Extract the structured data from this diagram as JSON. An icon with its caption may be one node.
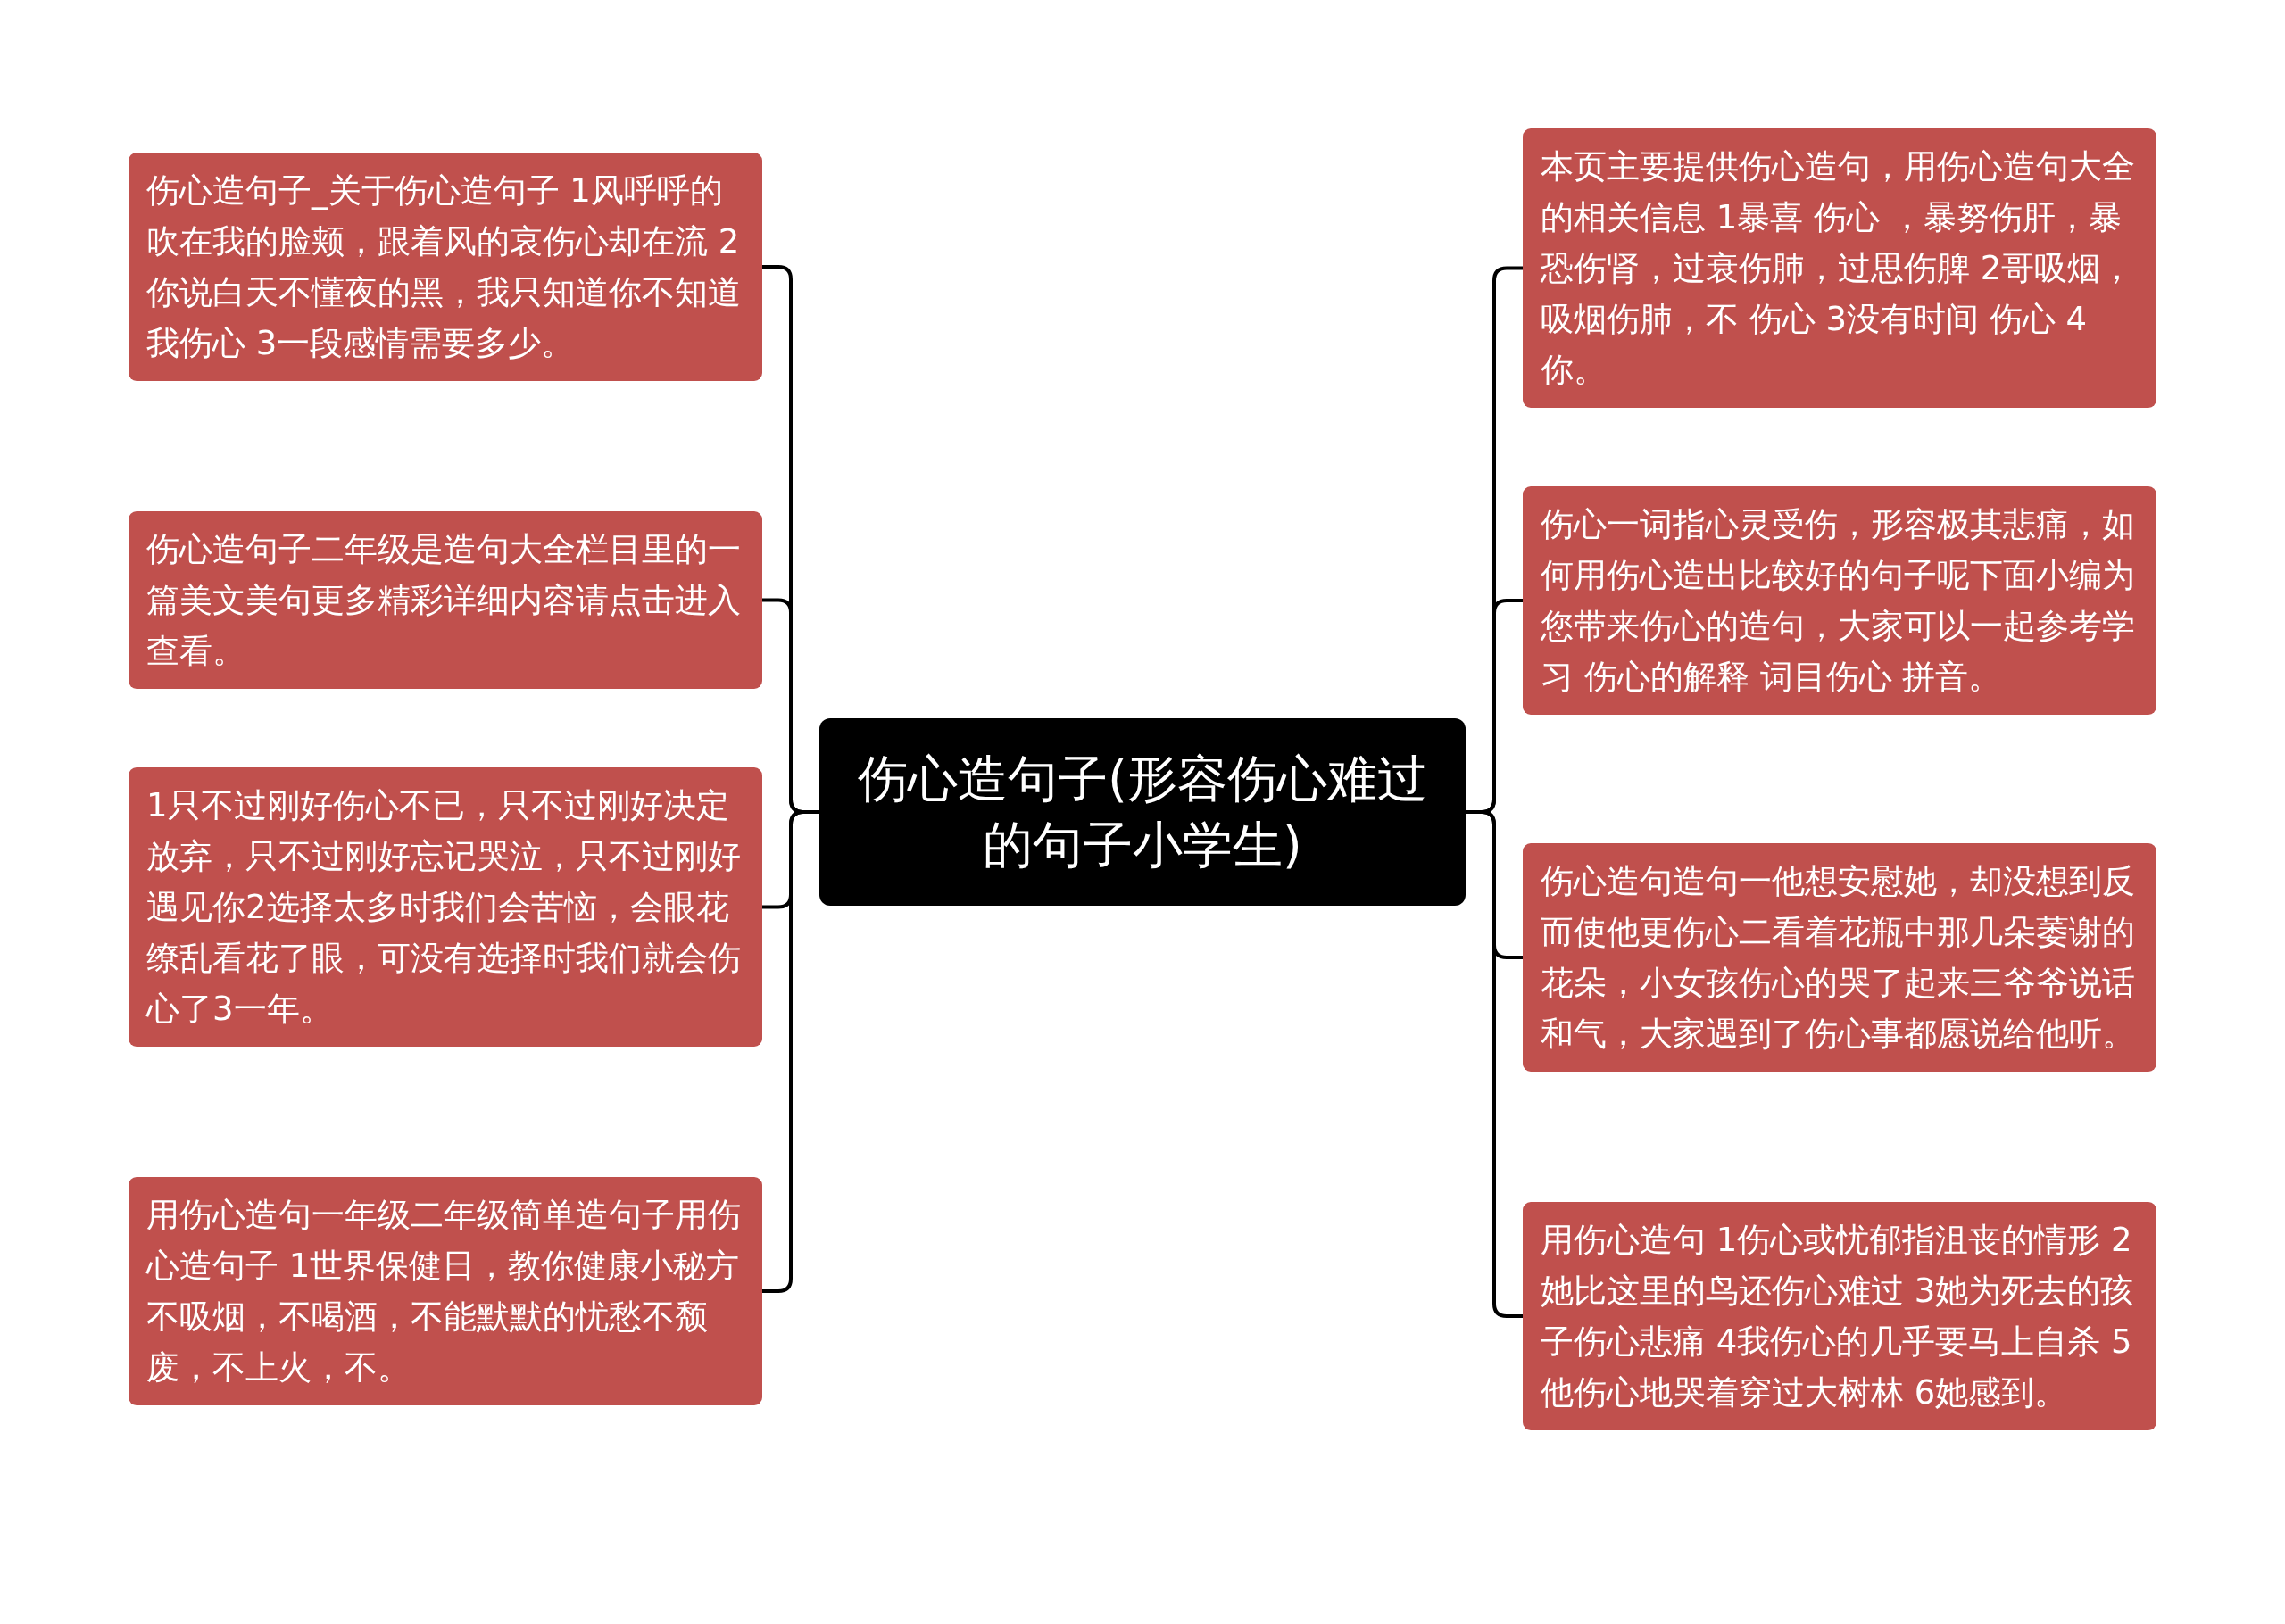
{
  "diagram": {
    "nodes": [
      {
        "text": [
          "伤心造句子(形容伤心难过的句子小学生)"
        ]
      },
      {
        "text": [
          "伤心造句子_关于伤心造句子 1风呼呼的吹在我的脸颊，跟着风的哀伤心却在流 2你说白天不懂夜的黑，我只知道你不知道我伤心 3一段感情需要多少。"
        ]
      },
      {
        "text": [
          "伤心造句子二年级是造句大全栏目里的一篇美文美句更多精彩详细内容请点击进入查看。"
        ]
      },
      {
        "text": [
          "1只不过刚好伤心不已，只不过刚好决定放弃，只不过刚好忘记哭泣，只不过刚好遇见你2选择太多时我们会苦恼，会眼花缭乱看花了眼，可没有选择时我们就会伤心了3一年。"
        ]
      },
      {
        "text": [
          "用伤心造句一年级二年级简单造句子用伤心造句子 1世界保健日，教你健康小秘方不吸烟，不喝酒，不能默默的忧愁不颓废，不上火，不。"
        ]
      },
      {
        "text": [
          "本页主要提供伤心造句，用伤心造句大全的相关信息 1暴喜 伤心 ，暴努伤肝，暴恐伤肾，过衰伤肺，过思伤脾 2哥吸烟，吸烟伤肺，不 伤心  3没有时间 伤心  4你。"
        ]
      },
      {
        "text": [
          "伤心一词指心灵受伤，形容极其悲痛，如何用伤心造出比较好的句子呢下面小编为您带来伤心的造句，大家可以一起参考学习 伤心的解释 词目伤心 拼音。"
        ]
      },
      {
        "text": [
          "伤心造句造句一他想安慰她，却没想到反而使他更伤心二看着花瓶中那几朵萎谢的花朵，小女孩伤心的哭了起来三爷爷说话和气，大家遇到了伤心事都愿说给他听。"
        ]
      },
      {
        "text": [
          "用伤心造句 1伤心或忧郁指沮丧的情形 2她比这里的鸟还伤心难过 3她为死去的孩子伤心悲痛 4我伤心的几乎要马上自杀 5他伤心地哭着穿过大树林 6她感到。"
        ]
      }
    ],
    "edges": [
      {
        "from": 0,
        "to": 1,
        "arrow": "none"
      },
      {
        "from": 0,
        "to": 2,
        "arrow": "none"
      },
      {
        "from": 0,
        "to": 3,
        "arrow": "none"
      },
      {
        "from": 0,
        "to": 4,
        "arrow": "none"
      },
      {
        "from": 0,
        "to": 5,
        "arrow": "none"
      },
      {
        "from": 0,
        "to": 6,
        "arrow": "none"
      },
      {
        "from": 0,
        "to": 7,
        "arrow": "none"
      },
      {
        "from": 0,
        "to": 8,
        "arrow": "none"
      }
    ]
  }
}
